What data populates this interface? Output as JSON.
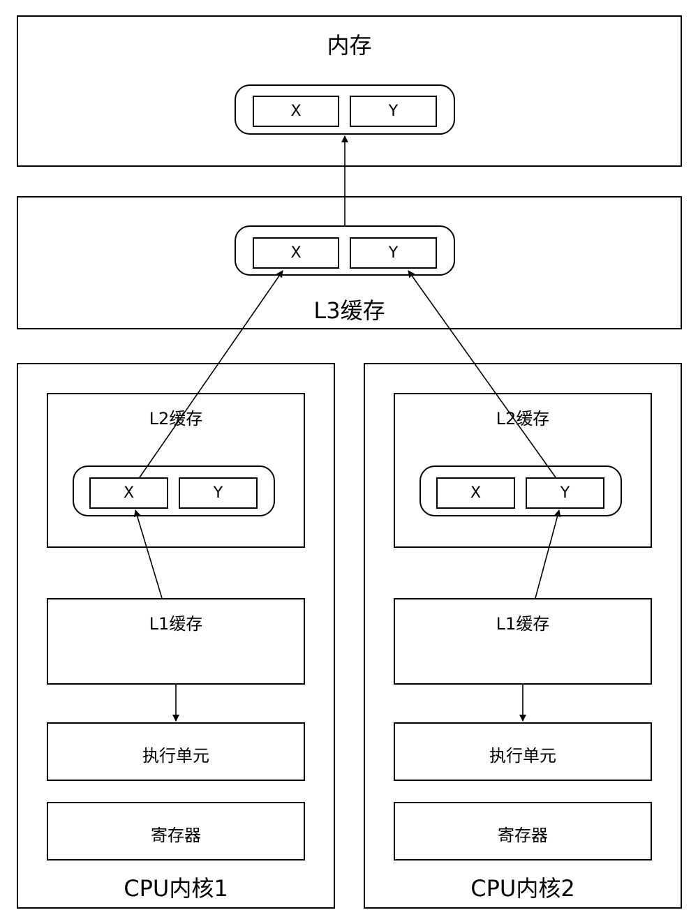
{
  "memory": {
    "title": "内存",
    "cells": [
      "X",
      "Y"
    ]
  },
  "l3": {
    "title": "L3缓存",
    "cells": [
      "X",
      "Y"
    ]
  },
  "cores": [
    {
      "title": "CPU内核1",
      "l2": {
        "title": "L2缓存",
        "cells": [
          "X",
          "Y"
        ]
      },
      "l1": {
        "title": "L1缓存"
      },
      "exec": "执行单元",
      "registers": "寄存器"
    },
    {
      "title": "CPU内核2",
      "l2": {
        "title": "L2缓存",
        "cells": [
          "X",
          "Y"
        ]
      },
      "l1": {
        "title": "L1缓存"
      },
      "exec": "执行单元",
      "registers": "寄存器"
    }
  ]
}
